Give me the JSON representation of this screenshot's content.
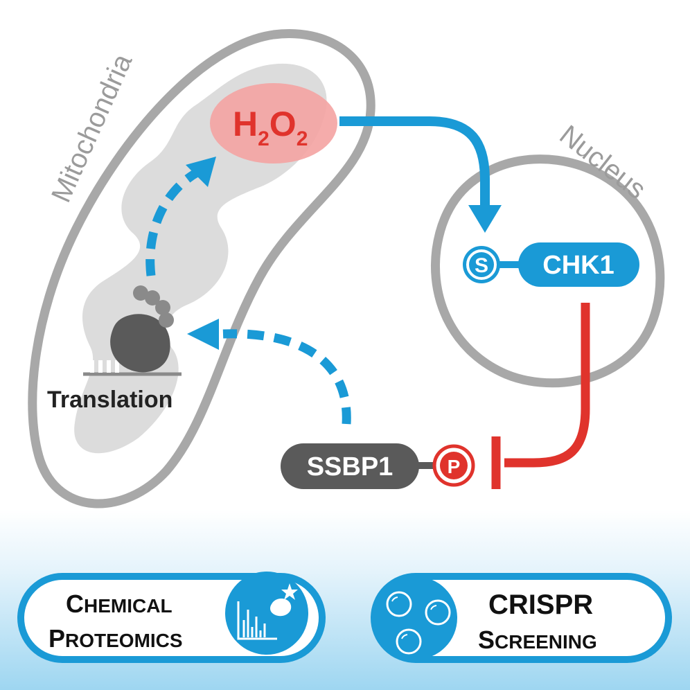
{
  "labels": {
    "mitochondria": "Mitochondria",
    "nucleus": "Nucleus",
    "translation": "Translation",
    "h2o2": {
      "h": "H",
      "sub1": "2",
      "o": "O",
      "sub2": "2"
    },
    "chk1": "CHK1",
    "s_mark": "S",
    "ssbp1": "SSBP1",
    "p_mark": "P"
  },
  "panels": {
    "left": {
      "line1_cap": "C",
      "line1_rest": "HEMICAL",
      "line2_cap": "P",
      "line2_rest": "ROTEOMICS"
    },
    "right": {
      "line1": "CRISPR",
      "line2_cap": "S",
      "line2_rest": "CREENING"
    }
  },
  "colors": {
    "blue": "#1a9ad6",
    "red": "#e0332c",
    "gray_outline": "#a8a8a8",
    "gray_fill": "#dcdcdc",
    "dark_gray": "#5a5a5a",
    "pink": "#f4a3a2"
  },
  "icons": [
    "ribosome-icon",
    "bar-chart-icon",
    "cell-bubbles-icon"
  ]
}
